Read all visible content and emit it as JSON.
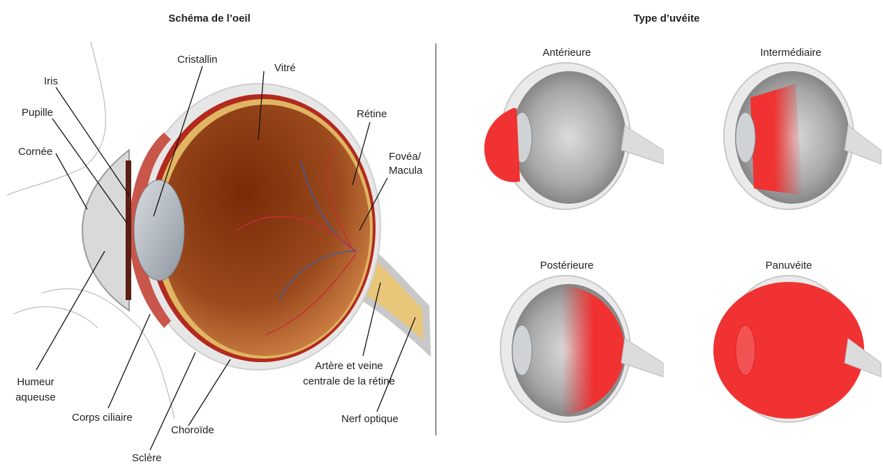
{
  "left_title": "Schéma de l’oeil",
  "right_title": "Type d’uvéite",
  "labels": {
    "cristallin": "Cristallin",
    "vitre": "Vitré",
    "iris": "Iris",
    "pupille": "Pupille",
    "retine": "Rétine",
    "cornee": "Cornée",
    "fovea_1": "Fovéa/",
    "fovea_2": "Macula",
    "humeur_1": "Humeur",
    "humeur_2": "aqueuse",
    "corps_ciliaire": "Corps ciliaire",
    "artere_1": "Artère et veine",
    "artere_2": "centrale de la rétine",
    "nerf": "Nerf optique",
    "choroide": "Choroïde",
    "sclere": "Sclère"
  },
  "uveite_types": {
    "anterieure": "Antérieure",
    "intermediaire": "Intermédiaire",
    "posterieure": "Postérieure",
    "panuveite": "Panuvéite"
  },
  "colors": {
    "inflammation": "#f03232",
    "eye_brown": "#8a3a12",
    "sclera": "#e4e4e4"
  }
}
